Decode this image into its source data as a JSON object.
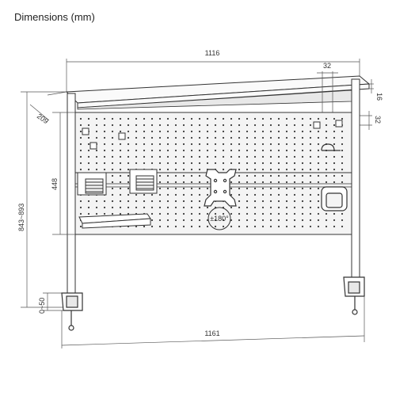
{
  "title": "Dimensions (mm)",
  "dimensions": {
    "top_width": "1116",
    "bottom_width": "1161",
    "depth": "209",
    "panel_height": "448",
    "total_height": "843~893",
    "clamp_range": "0~50",
    "hole_spacing_h": "32",
    "hole_spacing_v": "32",
    "shelf_thickness": "16"
  },
  "mount": {
    "rotation": "±180°"
  },
  "colors": {
    "line": "#333333",
    "panel": "#f4f4f4",
    "hole": "#3a3a3a"
  }
}
